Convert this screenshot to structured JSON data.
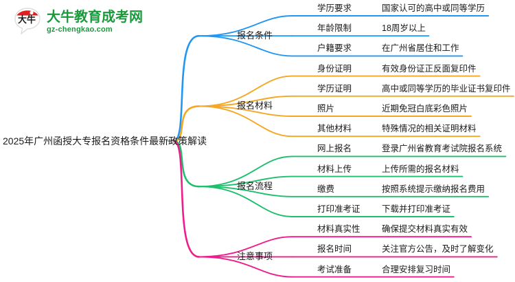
{
  "logo": {
    "icon": "speech-bubble-logo-icon",
    "title": "大牛教育成考网",
    "domain": "gz-chengkao.com",
    "brand_color": "#1a9a3c",
    "mark_color": "#e02020"
  },
  "mindmap": {
    "type": "mindmap",
    "root": "2025年广州函授大专报名资格条件最新政策解读",
    "branches": [
      {
        "label": "报名条件",
        "color": "#2196f3",
        "items": [
          {
            "key": "学历要求",
            "value": "国家认可的高中或同等学历"
          },
          {
            "key": "年龄限制",
            "value": "18周岁以上"
          },
          {
            "key": "户籍要求",
            "value": "在广州省居住和工作"
          }
        ]
      },
      {
        "label": "报名材料",
        "color": "#f5a623",
        "items": [
          {
            "key": "身份证明",
            "value": "有效身份证正反面复印件"
          },
          {
            "key": "学历证明",
            "value": "高中或同等学历的毕业证书复印件"
          },
          {
            "key": "照片",
            "value": "近期免冠白底彩色照片"
          },
          {
            "key": "其他材料",
            "value": "特殊情况的相关证明材料"
          }
        ]
      },
      {
        "label": "报名流程",
        "color": "#1dbf6c",
        "items": [
          {
            "key": "网上报名",
            "value": "登录广州省教育考试院报名系统"
          },
          {
            "key": "材料上传",
            "value": "上传所需的报名材料"
          },
          {
            "key": "缴费",
            "value": "按照系统提示缴纳报名费用"
          },
          {
            "key": "打印准考证",
            "value": "下载并打印准考证"
          }
        ]
      },
      {
        "label": "注意事项",
        "color": "#ee1d8b",
        "items": [
          {
            "key": "材料真实性",
            "value": "确保提交材料真实有效"
          },
          {
            "key": "报名时间",
            "value": "关注官方公告，及时了解变化"
          },
          {
            "key": "考试准备",
            "value": "合理安排复习时间"
          }
        ]
      }
    ]
  }
}
